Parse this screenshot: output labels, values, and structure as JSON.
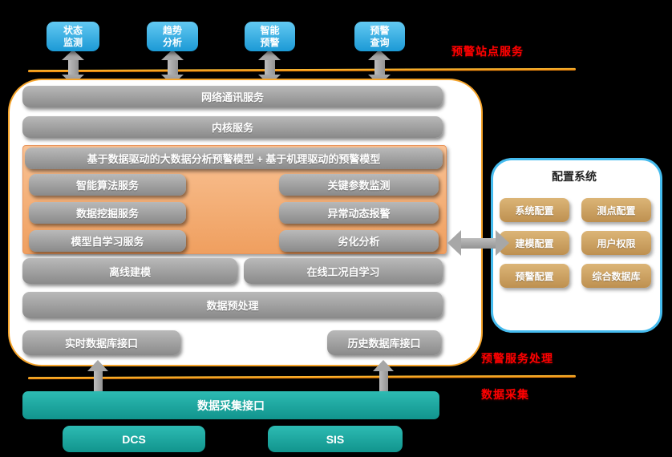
{
  "top_services": {
    "items": [
      {
        "label": "状态\n监测"
      },
      {
        "label": "趋势\n分析"
      },
      {
        "label": "智能\n预警"
      },
      {
        "label": "预警\n查询"
      }
    ]
  },
  "tier_labels": {
    "top": "预警站点服务",
    "middle": "预警服务处理",
    "bottom": "数据采集"
  },
  "main_panel": {
    "network_bar": "网络通讯服务",
    "kernel_bar": "内核服务",
    "model_section": {
      "header": "基于数据驱动的大数据分析预警模型  +  基于机理驱动的预警模型",
      "left_items": [
        "智能算法服务",
        "数据挖掘服务",
        "模型自学习服务"
      ],
      "right_items": [
        "关键参数监测",
        "异常动态报警",
        "劣化分析"
      ]
    },
    "offline_modeling": "离线建模",
    "online_learning": "在线工况自学习",
    "preprocessing": "数据预处理",
    "realtime_db": "实时数据库接口",
    "history_db": "历史数据库接口"
  },
  "config_panel": {
    "title": "配置系统",
    "buttons": [
      "系统配置",
      "测点配置",
      "建模配置",
      "用户权限",
      "预警配置",
      "综合数据库"
    ]
  },
  "data_layer": {
    "collection_bar": "数据采集接口",
    "sources": [
      "DCS",
      "SIS"
    ]
  },
  "colors": {
    "background": "#000000",
    "app_blue": "#1B99D5",
    "service_gray": "#9E9E9E",
    "model_section_orange": "#F2A96F",
    "panel_border_orange": "#F5A329",
    "config_border_blue": "#45BBEE",
    "config_button_tan": "#C79C5B",
    "data_teal": "#149D96",
    "tier_label_red": "#FF0000",
    "divider_orange": "#F5950C",
    "arrow_gray": "#A7A7A7"
  }
}
